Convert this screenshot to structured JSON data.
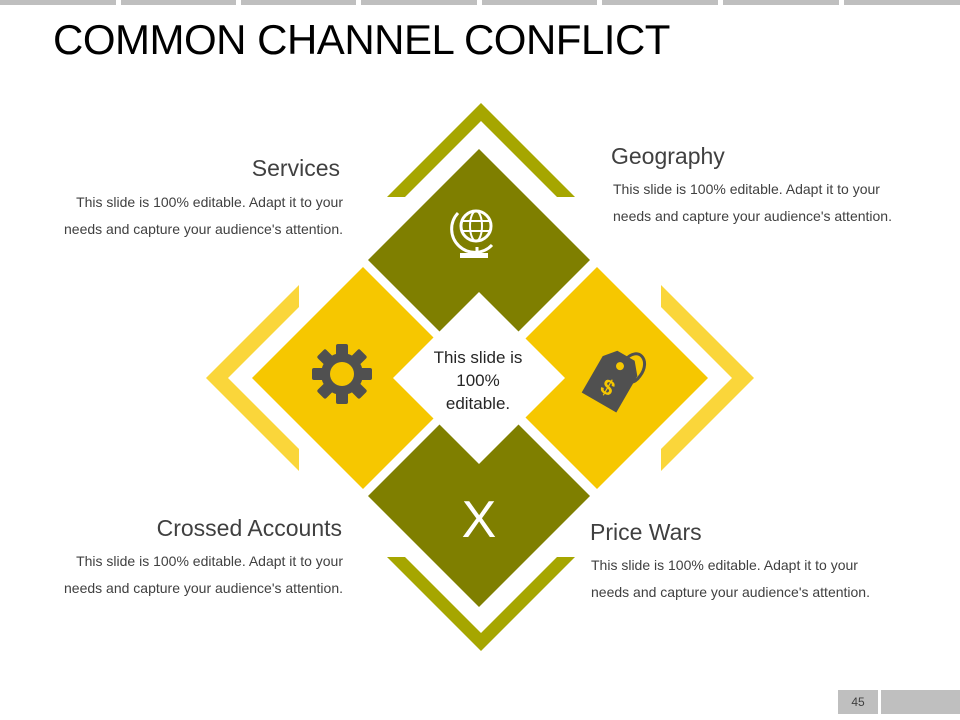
{
  "title": "COMMON CHANNEL CONFLICT",
  "center_text": "This slide is 100% editable.",
  "colors": {
    "olive": "#7f7f00",
    "olive_light": "#a6a600",
    "yellow": "#f6c700",
    "yellow_light": "#fad63a",
    "icon": "#505050"
  },
  "quadrants": {
    "services": {
      "heading": "Services",
      "text": "This slide is 100% editable. Adapt it to your needs and capture your audience's attention.",
      "icon": "gear-icon"
    },
    "geography": {
      "heading": "Geography",
      "text": "This slide is 100% editable. Adapt it to your needs and capture your audience's attention.",
      "icon": "globe-icon"
    },
    "crossed_accounts": {
      "heading": "Crossed Accounts",
      "text": "This slide is 100% editable. Adapt it to your needs and capture your audience's attention.",
      "icon": "x-letter-icon",
      "icon_text": "X"
    },
    "price_wars": {
      "heading": "Price Wars",
      "text": "This slide is 100% editable. Adapt it to your needs and capture your audience's attention.",
      "icon": "price-tag-icon"
    }
  },
  "page_number": "45"
}
